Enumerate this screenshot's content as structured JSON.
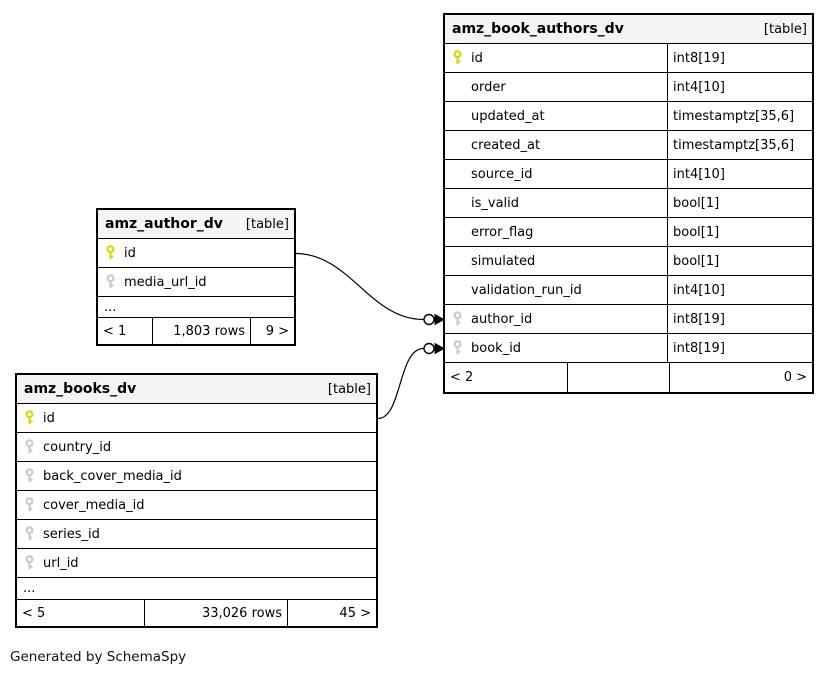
{
  "diagram": {
    "credit": "Generated by SchemaSpy"
  },
  "colors": {
    "header_bg": "#f4f4f4",
    "border": "#000000",
    "row_bg": "#ffffff",
    "primary_key": "#d8d800",
    "foreign_key": "#c8c8c8",
    "line": "#000000"
  },
  "tables": [
    {
      "name": "amz_book_authors_dv",
      "kind": "[table]",
      "columns": [
        {
          "name": "id",
          "type": "int8[19]",
          "key": "primary"
        },
        {
          "name": "order",
          "type": "int4[10]",
          "key": ""
        },
        {
          "name": "updated_at",
          "type": "timestamptz[35,6]",
          "key": ""
        },
        {
          "name": "created_at",
          "type": "timestamptz[35,6]",
          "key": ""
        },
        {
          "name": "source_id",
          "type": "int4[10]",
          "key": ""
        },
        {
          "name": "is_valid",
          "type": "bool[1]",
          "key": ""
        },
        {
          "name": "error_flag",
          "type": "bool[1]",
          "key": ""
        },
        {
          "name": "simulated",
          "type": "bool[1]",
          "key": ""
        },
        {
          "name": "validation_run_id",
          "type": "int4[10]",
          "key": ""
        },
        {
          "name": "author_id",
          "type": "int8[19]",
          "key": "foreign"
        },
        {
          "name": "book_id",
          "type": "int8[19]",
          "key": "foreign"
        }
      ],
      "footer": {
        "left": "< 2",
        "middle": "",
        "right": "0 >"
      }
    },
    {
      "name": "amz_author_dv",
      "kind": "[table]",
      "columns": [
        {
          "name": "id",
          "key": "primary"
        },
        {
          "name": "media_url_id",
          "key": "foreign"
        }
      ],
      "ellipsis": "...",
      "footer": {
        "left": "< 1",
        "middle": "1,803 rows",
        "right": "9 >"
      }
    },
    {
      "name": "amz_books_dv",
      "kind": "[table]",
      "columns": [
        {
          "name": "id",
          "key": "primary"
        },
        {
          "name": "country_id",
          "key": "foreign"
        },
        {
          "name": "back_cover_media_id",
          "key": "foreign"
        },
        {
          "name": "cover_media_id",
          "key": "foreign"
        },
        {
          "name": "series_id",
          "key": "foreign"
        },
        {
          "name": "url_id",
          "key": "foreign"
        }
      ],
      "ellipsis": "...",
      "footer": {
        "left": "< 5",
        "middle": "33,026 rows",
        "right": "45 >"
      }
    }
  ],
  "relationships": [
    {
      "from": "amz_author_dv.id",
      "to": "amz_book_authors_dv.author_id"
    },
    {
      "from": "amz_books_dv.id",
      "to": "amz_book_authors_dv.book_id"
    }
  ]
}
